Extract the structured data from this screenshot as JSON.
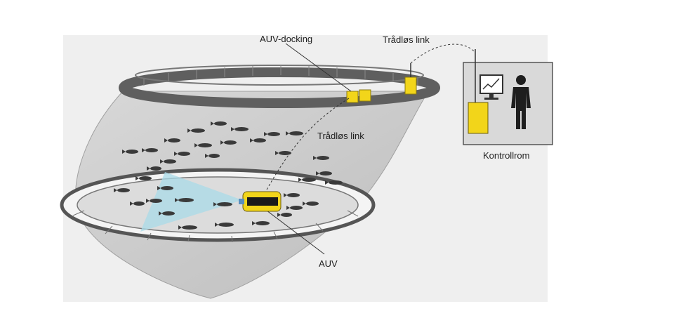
{
  "labels": {
    "auv_docking": "AUV-docking",
    "wireless_top": "Trådløs link",
    "wireless_mid": "Trådløs link",
    "control_room": "Kontrollrom",
    "auv": "AUV"
  },
  "colors": {
    "background_panel": "#efefef",
    "net": "#c9c9c9",
    "ring": "#5f5f5f",
    "equipment": "#f2d51a",
    "fish": "#3a3a3a",
    "sonar_beam": "#a9dbe8",
    "control_room_box": "#d9d9d9"
  }
}
